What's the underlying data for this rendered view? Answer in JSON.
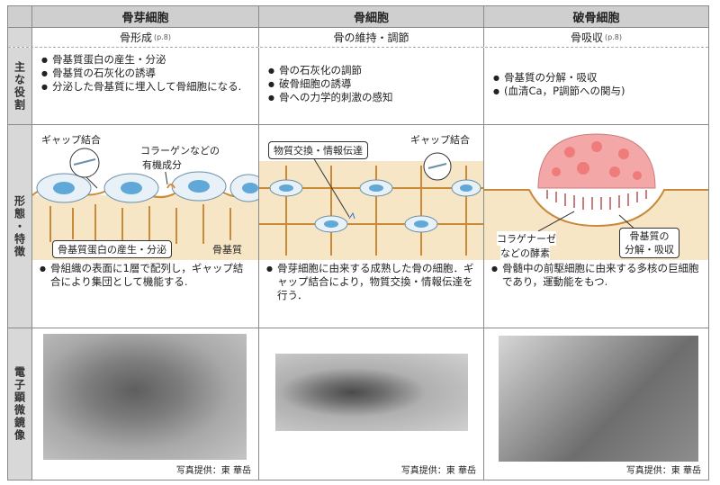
{
  "columns": [
    {
      "header": "骨芽細胞",
      "subtitle": "骨形成",
      "ref": "(p.8)",
      "roles": [
        "骨基質蛋白の産生・分泌",
        "骨基質の石灰化の誘導",
        "分泌した骨基質に埋入して骨細胞になる."
      ],
      "labels": {
        "a": "ギャップ結合",
        "b": "コラーゲンなどの",
        "c": "有機成分",
        "d": "骨基質蛋白の産生・分泌",
        "e": "骨基質"
      },
      "desc": "骨組織の表面に1層で配列し，ギャップ結合により集団として機能する."
    },
    {
      "header": "骨細胞",
      "subtitle": "骨の維持・調節",
      "ref": "",
      "roles": [
        "骨の石灰化の調節",
        "破骨細胞の誘導",
        "骨への力学的刺激の感知"
      ],
      "labels": {
        "a": "物質交換・情報伝達",
        "b": "ギャップ結合"
      },
      "desc": "骨芽細胞に由来する成熟した骨の細胞．ギャップ結合により，物質交換・情報伝達を行う．"
    },
    {
      "header": "破骨細胞",
      "subtitle": "骨吸収",
      "ref": "(p.8)",
      "roles": [
        "骨基質の分解・吸収",
        "(血清Ca，P調節への関与)"
      ],
      "labels": {
        "a": "コラゲナーゼ",
        "b": "などの酵素",
        "c": "骨基質の",
        "d": "分解・吸収"
      },
      "desc": "骨髄中の前駆細胞に由来する多核の巨細胞であり，運動能をもつ."
    }
  ],
  "row_headers": {
    "roles": "主な役割",
    "morph": "形態・特徴",
    "em": "電子顕微鏡像"
  },
  "credit": "写真提供：東 華岳",
  "colors": {
    "header": "#cfcfcf",
    "cell_blue": "#6fb4e0",
    "osteoclast": "#f4a7a7",
    "bone": "#f2d9a8"
  }
}
